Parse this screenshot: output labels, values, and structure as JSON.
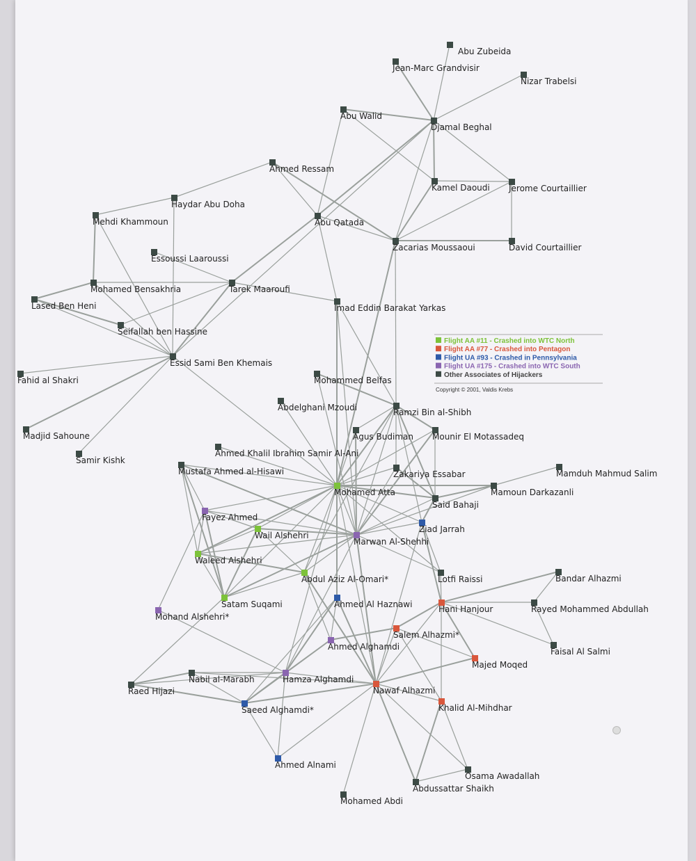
{
  "colors": {
    "flight_aa11": "#7dc23a",
    "flight_aa77": "#d9573c",
    "flight_ua93": "#2e5aa8",
    "flight_ua175": "#8a65b0",
    "other": "#3c4a45",
    "edge": "#9aa09c"
  },
  "legend": {
    "items": [
      {
        "label": "Flight AA #11 - Crashed into WTC North",
        "group": "flight_aa11"
      },
      {
        "label": "Flight AA #77 - Crashed into Pentagon",
        "group": "flight_aa77"
      },
      {
        "label": "Flight UA #93 - Crashed in Pennsylvania",
        "group": "flight_ua93"
      },
      {
        "label": "Flight UA #175 - Crashed into WTC South",
        "group": "flight_ua175"
      },
      {
        "label": "Other Associates of Hijackers",
        "group": "other"
      }
    ],
    "copyright": "Copyright © 2001, Valdis Krebs"
  },
  "nodes": [
    {
      "id": "abu_zubeida",
      "label": "Abu Zubeida",
      "group": "other"
    },
    {
      "id": "jean_marc",
      "label": "Jean-Marc Grandvisir",
      "group": "other"
    },
    {
      "id": "nizar",
      "label": "Nizar Trabelsi",
      "group": "other"
    },
    {
      "id": "abu_walid",
      "label": "Abu Walid",
      "group": "other"
    },
    {
      "id": "djamal",
      "label": "Djamal Beghal",
      "group": "other"
    },
    {
      "id": "ahmed_ressam",
      "label": "Ahmed Ressam",
      "group": "other"
    },
    {
      "id": "kamel",
      "label": "Kamel Daoudi",
      "group": "other"
    },
    {
      "id": "jerome",
      "label": "Jerome Courtaillier",
      "group": "other"
    },
    {
      "id": "haydar",
      "label": "Haydar Abu Doha",
      "group": "other"
    },
    {
      "id": "mehdi",
      "label": "Mehdi Khammoun",
      "group": "other"
    },
    {
      "id": "abu_qatada",
      "label": "Abu Qatada",
      "group": "other"
    },
    {
      "id": "zacarias",
      "label": "Zacarias Moussaoui",
      "group": "other"
    },
    {
      "id": "david",
      "label": "David Courtaillier",
      "group": "other"
    },
    {
      "id": "essoussi",
      "label": "Essoussi Laaroussi",
      "group": "other"
    },
    {
      "id": "bensakhria",
      "label": "Mohamed Bensakhria",
      "group": "other"
    },
    {
      "id": "tarek",
      "label": "Tarek Maaroufi",
      "group": "other"
    },
    {
      "id": "lased",
      "label": "Lased Ben Heni",
      "group": "other"
    },
    {
      "id": "imad",
      "label": "Imad Eddin Barakat Yarkas",
      "group": "other"
    },
    {
      "id": "seifallah",
      "label": "Seifallah ben Hassine",
      "group": "other"
    },
    {
      "id": "essid",
      "label": "Essid Sami Ben Khemais",
      "group": "other"
    },
    {
      "id": "fahid",
      "label": "Fahid al Shakri",
      "group": "other"
    },
    {
      "id": "belfas",
      "label": "Mohammed Belfas",
      "group": "other"
    },
    {
      "id": "mzoudi",
      "label": "Abdelghani Mzoudi",
      "group": "other"
    },
    {
      "id": "ramzi",
      "label": "Ramzi Bin al-Shibh",
      "group": "other"
    },
    {
      "id": "madjid",
      "label": "Madjid Sahoune",
      "group": "other"
    },
    {
      "id": "agus",
      "label": "Agus Budiman",
      "group": "other"
    },
    {
      "id": "mounir",
      "label": "Mounir El Motassadeq",
      "group": "other"
    },
    {
      "id": "samir",
      "label": "Samir Kishk",
      "group": "other"
    },
    {
      "id": "khalil",
      "label": "Ahmed Khalil Ibrahim Samir Al-Ani",
      "group": "other"
    },
    {
      "id": "hisawi",
      "label": "Mustafa Ahmed al-Hisawi",
      "group": "other"
    },
    {
      "id": "zakariya",
      "label": "Zakariya Essabar",
      "group": "other"
    },
    {
      "id": "mamduh",
      "label": "Mamduh Mahmud Salim",
      "group": "other"
    },
    {
      "id": "atta",
      "label": "Mohamed Atta",
      "group": "flight_aa11"
    },
    {
      "id": "mamoun",
      "label": "Mamoun Darkazanli",
      "group": "other"
    },
    {
      "id": "bahaji",
      "label": "Said Bahaji",
      "group": "other"
    },
    {
      "id": "fayez",
      "label": "Fayez Ahmed",
      "group": "flight_ua175"
    },
    {
      "id": "jarrah",
      "label": "Ziad Jarrah",
      "group": "flight_ua93"
    },
    {
      "id": "wail",
      "label": "Wail Alshehri",
      "group": "flight_aa11"
    },
    {
      "id": "marwan",
      "label": "Marwan Al-Shehhi",
      "group": "flight_ua175"
    },
    {
      "id": "waleed",
      "label": "Waleed Alshehri",
      "group": "flight_aa11"
    },
    {
      "id": "omari",
      "label": "Abdul Aziz Al-Omari*",
      "group": "flight_aa11"
    },
    {
      "id": "lotfi",
      "label": "Lotfi Raissi",
      "group": "other"
    },
    {
      "id": "bandar",
      "label": "Bandar Alhazmi",
      "group": "other"
    },
    {
      "id": "satam",
      "label": "Satam Suqami",
      "group": "flight_aa11"
    },
    {
      "id": "haznawi",
      "label": "Ahmed Al Haznawi",
      "group": "flight_ua93"
    },
    {
      "id": "hanjour",
      "label": "Hani Hanjour",
      "group": "flight_aa77"
    },
    {
      "id": "rayed",
      "label": "Rayed Mohammed Abdullah",
      "group": "other"
    },
    {
      "id": "mohand",
      "label": "Mohand Alshehri*",
      "group": "flight_ua175"
    },
    {
      "id": "salem",
      "label": "Salem Alhazmi*",
      "group": "flight_aa77"
    },
    {
      "id": "faisal",
      "label": "Faisal Al Salmi",
      "group": "other"
    },
    {
      "id": "ahmed_ghamdi",
      "label": "Ahmed Alghamdi",
      "group": "flight_ua175"
    },
    {
      "id": "majed",
      "label": "Majed Moqed",
      "group": "flight_aa77"
    },
    {
      "id": "nabil",
      "label": "Nabil al-Marabh",
      "group": "other"
    },
    {
      "id": "hamza",
      "label": "Hamza Alghamdi",
      "group": "flight_ua175"
    },
    {
      "id": "raed",
      "label": "Raed Hijazi",
      "group": "other"
    },
    {
      "id": "nawaf",
      "label": "Nawaf Alhazmi",
      "group": "flight_aa77"
    },
    {
      "id": "saeed",
      "label": "Saeed Alghamdi*",
      "group": "flight_ua93"
    },
    {
      "id": "mihdhar",
      "label": "Khalid Al-Mihdhar",
      "group": "flight_aa77"
    },
    {
      "id": "alnami",
      "label": "Ahmed Alnami",
      "group": "flight_ua93"
    },
    {
      "id": "osama_a",
      "label": "Osama Awadallah",
      "group": "other"
    },
    {
      "id": "shaikh",
      "label": "Abdussattar Shaikh",
      "group": "other"
    },
    {
      "id": "abdi",
      "label": "Mohamed Abdi",
      "group": "other"
    }
  ],
  "edges": [
    [
      "jean_marc",
      "djamal"
    ],
    [
      "abu_zubeida",
      "djamal"
    ],
    [
      "nizar",
      "djamal"
    ],
    [
      "abu_walid",
      "djamal"
    ],
    [
      "abu_walid",
      "abu_qatada"
    ],
    [
      "abu_walid",
      "kamel"
    ],
    [
      "djamal",
      "kamel"
    ],
    [
      "djamal",
      "jerome"
    ],
    [
      "djamal",
      "zacarias"
    ],
    [
      "djamal",
      "abu_qatada"
    ],
    [
      "djamal",
      "essid"
    ],
    [
      "kamel",
      "jerome"
    ],
    [
      "kamel",
      "zacarias"
    ],
    [
      "jerome",
      "zacarias"
    ],
    [
      "jerome",
      "david"
    ],
    [
      "zacarias",
      "david"
    ],
    [
      "ahmed_ressam",
      "haydar"
    ],
    [
      "ahmed_ressam",
      "abu_qatada"
    ],
    [
      "ahmed_ressam",
      "zacarias"
    ],
    [
      "haydar",
      "mehdi"
    ],
    [
      "haydar",
      "essid"
    ],
    [
      "mehdi",
      "bensakhria"
    ],
    [
      "mehdi",
      "essid"
    ],
    [
      "abu_qatada",
      "zacarias"
    ],
    [
      "abu_qatada",
      "tarek"
    ],
    [
      "abu_qatada",
      "imad"
    ],
    [
      "zacarias",
      "ramzi"
    ],
    [
      "zacarias",
      "atta"
    ],
    [
      "essoussi",
      "tarek"
    ],
    [
      "bensakhria",
      "tarek"
    ],
    [
      "bensakhria",
      "lased"
    ],
    [
      "bensakhria",
      "essid"
    ],
    [
      "tarek",
      "seifallah"
    ],
    [
      "tarek",
      "essid"
    ],
    [
      "tarek",
      "imad"
    ],
    [
      "lased",
      "essid"
    ],
    [
      "lased",
      "seifallah"
    ],
    [
      "seifallah",
      "essid"
    ],
    [
      "essid",
      "fahid"
    ],
    [
      "essid",
      "madjid"
    ],
    [
      "essid",
      "samir"
    ],
    [
      "essid",
      "atta"
    ],
    [
      "imad",
      "atta"
    ],
    [
      "imad",
      "ramzi"
    ],
    [
      "imad",
      "marwan"
    ],
    [
      "belfas",
      "ramzi"
    ],
    [
      "belfas",
      "marwan"
    ],
    [
      "mzoudi",
      "atta"
    ],
    [
      "ramzi",
      "atta"
    ],
    [
      "ramzi",
      "marwan"
    ],
    [
      "ramzi",
      "agus"
    ],
    [
      "ramzi",
      "mounir"
    ],
    [
      "ramzi",
      "jarrah"
    ],
    [
      "ramzi",
      "zakariya"
    ],
    [
      "ramzi",
      "bahaji"
    ],
    [
      "ramzi",
      "omari"
    ],
    [
      "agus",
      "atta"
    ],
    [
      "agus",
      "marwan"
    ],
    [
      "mounir",
      "atta"
    ],
    [
      "mounir",
      "bahaji"
    ],
    [
      "mounir",
      "marwan"
    ],
    [
      "khalil",
      "atta"
    ],
    [
      "hisawi",
      "atta"
    ],
    [
      "hisawi",
      "marwan"
    ],
    [
      "hisawi",
      "fayez"
    ],
    [
      "hisawi",
      "waleed"
    ],
    [
      "hisawi",
      "satam"
    ],
    [
      "zakariya",
      "atta"
    ],
    [
      "zakariya",
      "marwan"
    ],
    [
      "zakariya",
      "bahaji"
    ],
    [
      "atta",
      "marwan"
    ],
    [
      "atta",
      "jarrah"
    ],
    [
      "atta",
      "bahaji"
    ],
    [
      "atta",
      "fayez"
    ],
    [
      "atta",
      "wail"
    ],
    [
      "atta",
      "waleed"
    ],
    [
      "atta",
      "omari"
    ],
    [
      "atta",
      "satam"
    ],
    [
      "atta",
      "haznawi"
    ],
    [
      "atta",
      "nawaf"
    ],
    [
      "atta",
      "lotfi"
    ],
    [
      "atta",
      "mamoun"
    ],
    [
      "atta",
      "hamza"
    ],
    [
      "mamoun",
      "mamduh"
    ],
    [
      "mamoun",
      "bahaji"
    ],
    [
      "mamoun",
      "marwan"
    ],
    [
      "bahaji",
      "marwan"
    ],
    [
      "bahaji",
      "jarrah"
    ],
    [
      "marwan",
      "jarrah"
    ],
    [
      "marwan",
      "fayez"
    ],
    [
      "marwan",
      "wail"
    ],
    [
      "marwan",
      "waleed"
    ],
    [
      "marwan",
      "omari"
    ],
    [
      "marwan",
      "satam"
    ],
    [
      "marwan",
      "hamza"
    ],
    [
      "marwan",
      "lotfi"
    ],
    [
      "marwan",
      "nawaf"
    ],
    [
      "jarrah",
      "lotfi"
    ],
    [
      "jarrah",
      "nawaf"
    ],
    [
      "jarrah",
      "hanjour"
    ],
    [
      "fayez",
      "wail"
    ],
    [
      "fayez",
      "waleed"
    ],
    [
      "fayez",
      "satam"
    ],
    [
      "fayez",
      "mohand"
    ],
    [
      "wail",
      "waleed"
    ],
    [
      "wail",
      "satam"
    ],
    [
      "wail",
      "omari"
    ],
    [
      "waleed",
      "satam"
    ],
    [
      "waleed",
      "omari"
    ],
    [
      "satam",
      "omari"
    ],
    [
      "satam",
      "raed"
    ],
    [
      "omari",
      "nawaf"
    ],
    [
      "omari",
      "ahmed_ghamdi"
    ],
    [
      "lotfi",
      "hanjour"
    ],
    [
      "hanjour",
      "bandar"
    ],
    [
      "hanjour",
      "rayed"
    ],
    [
      "hanjour",
      "faisal"
    ],
    [
      "hanjour",
      "salem"
    ],
    [
      "hanjour",
      "nawaf"
    ],
    [
      "hanjour",
      "mihdhar"
    ],
    [
      "hanjour",
      "majed"
    ],
    [
      "bandar",
      "rayed"
    ],
    [
      "rayed",
      "faisal"
    ],
    [
      "haznawi",
      "nawaf"
    ],
    [
      "haznawi",
      "ahmed_ghamdi"
    ],
    [
      "haznawi",
      "saeed"
    ],
    [
      "haznawi",
      "hamza"
    ],
    [
      "salem",
      "nawaf"
    ],
    [
      "salem",
      "majed"
    ],
    [
      "salem",
      "ahmed_ghamdi"
    ],
    [
      "salem",
      "mihdhar"
    ],
    [
      "ahmed_ghamdi",
      "hamza"
    ],
    [
      "ahmed_ghamdi",
      "saeed"
    ],
    [
      "mohand",
      "hamza"
    ],
    [
      "nabil",
      "hamza"
    ],
    [
      "nabil",
      "raed"
    ],
    [
      "nabil",
      "saeed"
    ],
    [
      "nabil",
      "nawaf"
    ],
    [
      "raed",
      "saeed"
    ],
    [
      "raed",
      "hamza"
    ],
    [
      "hamza",
      "nawaf"
    ],
    [
      "hamza",
      "saeed"
    ],
    [
      "hamza",
      "alnami"
    ],
    [
      "nawaf",
      "mihdhar"
    ],
    [
      "nawaf",
      "saeed"
    ],
    [
      "nawaf",
      "alnami"
    ],
    [
      "nawaf",
      "osama_a"
    ],
    [
      "nawaf",
      "shaikh"
    ],
    [
      "nawaf",
      "abdi"
    ],
    [
      "mihdhar",
      "osama_a"
    ],
    [
      "mihdhar",
      "shaikh"
    ],
    [
      "saeed",
      "alnami"
    ],
    [
      "osama_a",
      "shaikh"
    ],
    [
      "majed",
      "nawaf"
    ]
  ]
}
